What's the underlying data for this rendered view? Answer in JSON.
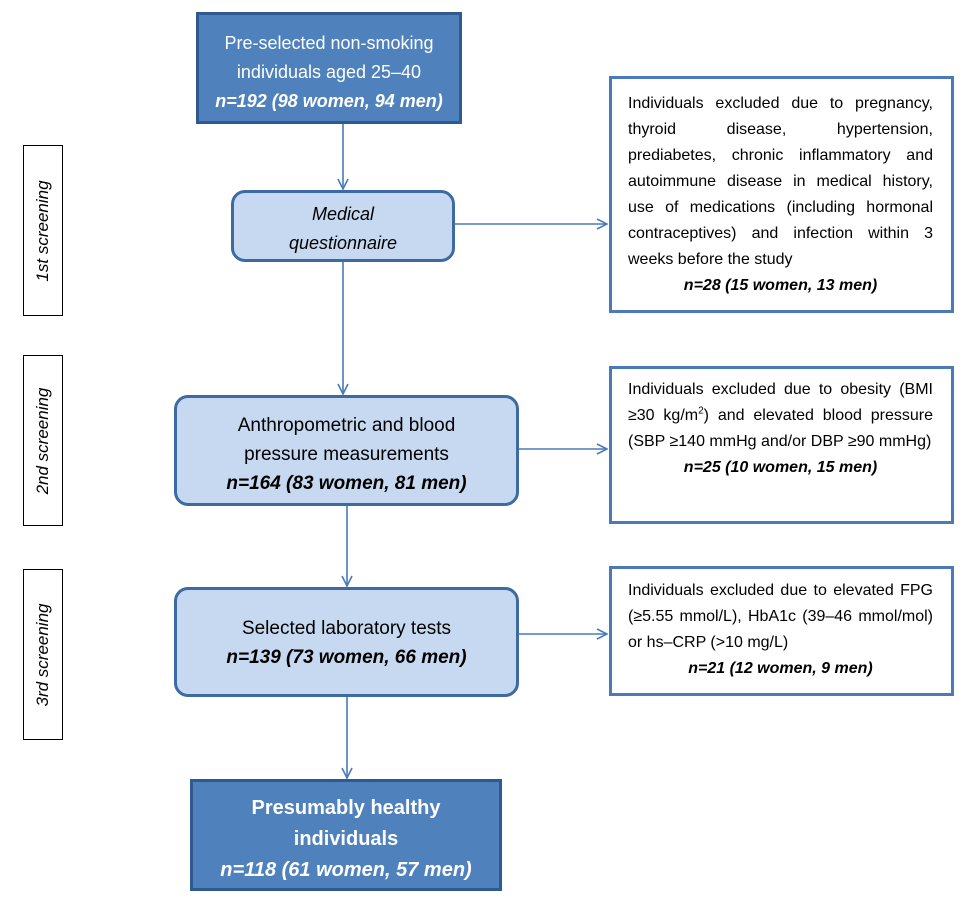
{
  "boxes": {
    "start": {
      "line1": "Pre-selected non-smoking",
      "line2": "individuals aged 25–40",
      "count": "n=192 (98 women, 94 men)"
    },
    "questionnaire": {
      "line1": "Medical",
      "line2": "questionnaire"
    },
    "anthropometric": {
      "line1": "Anthropometric and blood",
      "line2": "pressure measurements",
      "count": "n=164 (83 women, 81 men)"
    },
    "laboratory": {
      "line1": "Selected laboratory tests",
      "count": "n=139 (73 women, 66 men)"
    },
    "final": {
      "line1": "Presumably healthy",
      "line2": "individuals",
      "count": "n=118 (61 women, 57 men)"
    }
  },
  "exclusions": {
    "first": {
      "text": "Individuals excluded due to pregnancy, thyroid disease, hypertension, prediabetes, chronic inflammatory and autoimmune disease in medical history, use of medications (including hormonal contraceptives) and infection within 3 weeks before the study",
      "count": "n=28 (15 women, 13 men)"
    },
    "second": {
      "text_before": "Individuals excluded due to obesity (BMI ≥30 kg/m",
      "superscript": "2",
      "text_after": ") and elevated blood pressure (SBP ≥140 mmHg and/or DBP ≥90 mmHg)",
      "count": "n=25 (10 women, 15 men)"
    },
    "third": {
      "text": "Individuals excluded due to elevated FPG (≥5.55 mmol/L), HbA1c (39–46 mmol/mol) or hs–CRP (>10 mg/L)",
      "count": "n=21 (12 women, 9 men)"
    }
  },
  "screenings": {
    "first": "1st screening",
    "second": "2nd screening",
    "third": "3rd screening"
  },
  "colors": {
    "dark_box_fill": "#4f81bd",
    "light_box_fill": "#c6d9f1",
    "arrow": "#4a7ab8"
  }
}
